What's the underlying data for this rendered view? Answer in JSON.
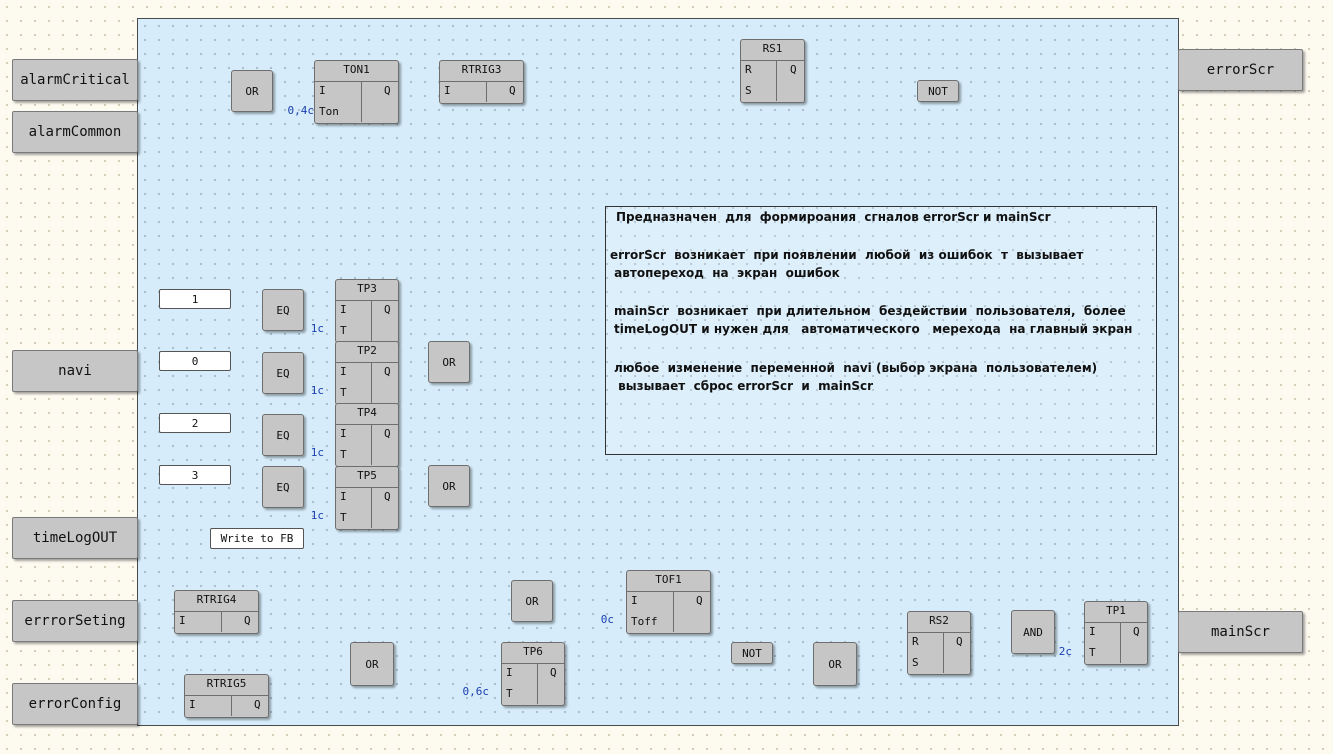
{
  "inputs": {
    "alarmCritical": "alarmCritical",
    "alarmCommon": "alarmCommon",
    "navi": "navi",
    "timeLogOUT": "timeLogOUT",
    "errrorSeting": "errrorSeting",
    "errorConfig": "errorConfig"
  },
  "outputs": {
    "errorScr": "errorScr",
    "mainScr": "mainScr"
  },
  "blocks": {
    "ton1": {
      "title": "TON1",
      "in": "I",
      "param": "Ton",
      "out": "Q",
      "value": "0,4c"
    },
    "rtrig3": {
      "title": "RTRIG3",
      "in": "I",
      "out": "Q"
    },
    "rs1": {
      "title": "RS1",
      "r": "R",
      "s": "S",
      "out": "Q"
    },
    "tp3": {
      "title": "TP3",
      "in": "I",
      "param": "T",
      "out": "Q",
      "value": "1c"
    },
    "tp2": {
      "title": "TP2",
      "in": "I",
      "param": "T",
      "out": "Q",
      "value": "1c"
    },
    "tp4": {
      "title": "TP4",
      "in": "I",
      "param": "T",
      "out": "Q",
      "value": "1c"
    },
    "tp5": {
      "title": "TP5",
      "in": "I",
      "param": "T",
      "out": "Q",
      "value": "1c"
    },
    "tof1": {
      "title": "TOF1",
      "in": "I",
      "param": "Toff",
      "out": "Q",
      "value": "0c"
    },
    "rtrig4": {
      "title": "RTRIG4",
      "in": "I",
      "out": "Q"
    },
    "rtrig5": {
      "title": "RTRIG5",
      "in": "I",
      "out": "Q"
    },
    "tp6": {
      "title": "TP6",
      "in": "I",
      "param": "T",
      "out": "Q",
      "value": "0,6c"
    },
    "rs2": {
      "title": "RS2",
      "r": "R",
      "s": "S",
      "out": "Q"
    },
    "tp1": {
      "title": "TP1",
      "in": "I",
      "param": "T",
      "out": "Q",
      "value": "2c"
    }
  },
  "gates": {
    "or_label": "OR",
    "eq_label": "EQ",
    "not_label": "NOT",
    "and_label": "AND"
  },
  "constants": {
    "c1": "1",
    "c0": "0",
    "c2": "2",
    "c3": "3"
  },
  "write_fb": "Write to FB",
  "comment": {
    "line1": "Предназначен  для  формироания  сгналов errorScr и mainScr",
    "line2": "errorScr  возникает  при появлении  любой  из ошибок  т  вызывает",
    "line3": " автопереход  на  экран  ошибок",
    "line4": "mainScr  возникает  при длительном  бездействии  пользователя,  более",
    "line5": "timeLogOUT и нужен для   автоматического   мерехода  на главный экран",
    "line6": "любое  изменение  переменной  navi (выбор экрана  пользователем)",
    "line7": " вызывает  сброс errorScr  и  mainScr"
  },
  "colors": {
    "wire": "#1a1a1a",
    "var_wire": "#e0643a",
    "pin_mark": "#1a3fb0",
    "canvas": "#d6ecfa",
    "block": "#c6c6c6"
  }
}
